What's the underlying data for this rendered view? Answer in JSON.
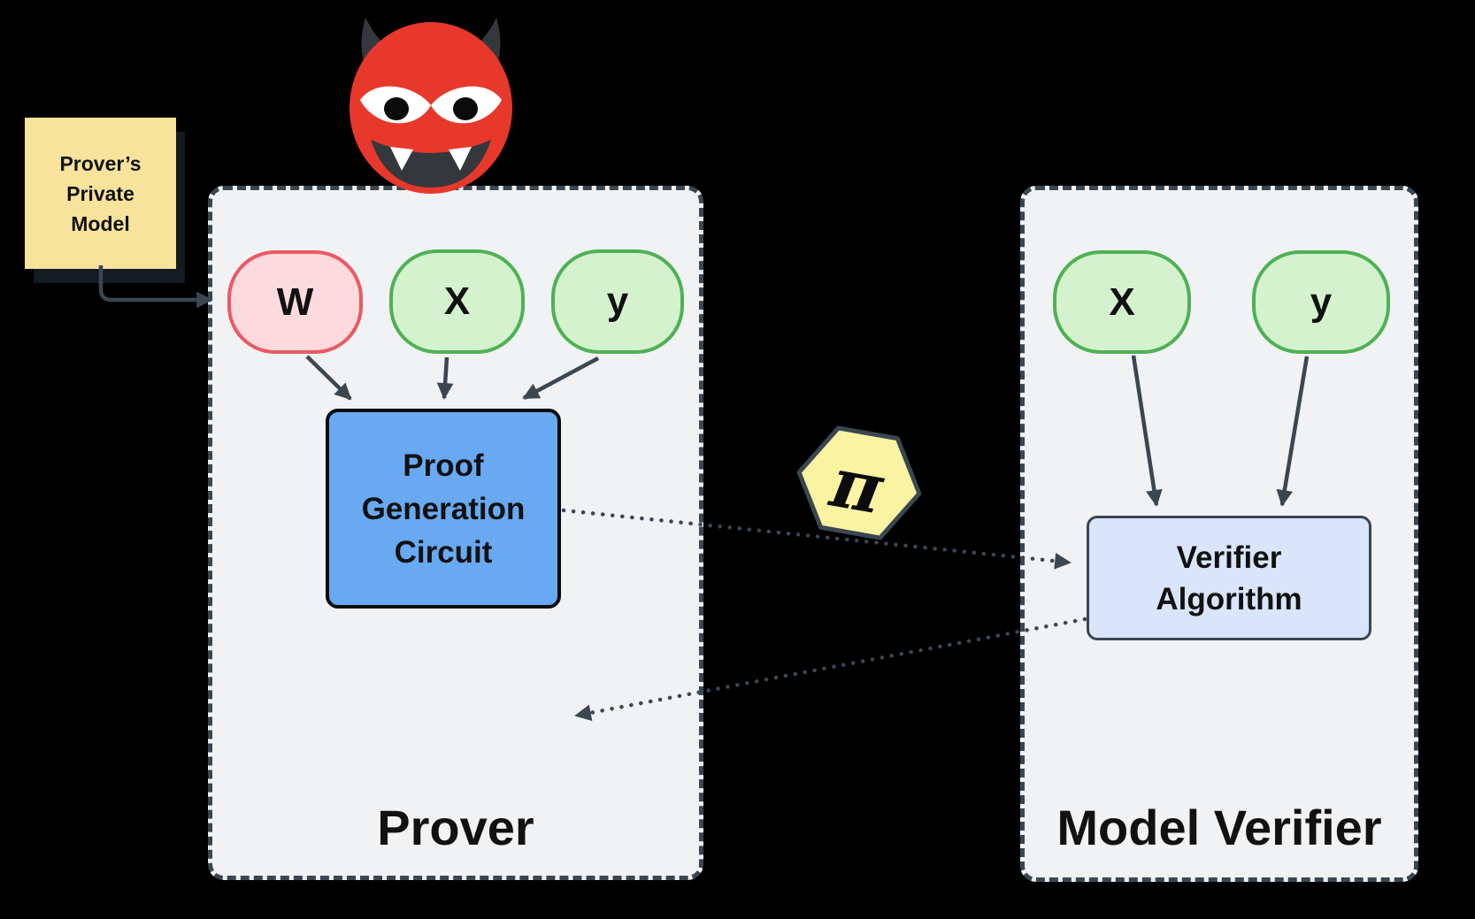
{
  "page": {
    "background": "#000000"
  },
  "colors": {
    "c-bg": "#000000",
    "c-border": "#3a4650",
    "c-panel": "#f1f2f4",
    "c-pink-fill": "#fcdadd",
    "c-pink-stroke": "#ea5964",
    "c-green-fill": "#d5f2cf",
    "c-green-stroke": "#4eb153",
    "c-blue-fill": "#68a9f2",
    "c-lblue-fill": "#d8e5fa",
    "c-note": "#f8e39c",
    "c-hex": "#faf3a2",
    "c-devil-red": "#e8382c",
    "c-devil-dark": "#34383c"
  },
  "sticky_note": {
    "line1": "Prover’s",
    "line2": "Private",
    "line3": "Model"
  },
  "icons": {
    "devil": "devil-face-icon",
    "pi_badge": "pi-proof-badge"
  },
  "prover_box": {
    "label": "Prover",
    "node_w": "W",
    "node_x": "X",
    "node_y": "y",
    "circuit": {
      "line1": "Proof",
      "line2": "Generation",
      "line3": "Circuit"
    }
  },
  "verifier_box": {
    "label": "Model Verifier",
    "node_x": "X",
    "node_y": "y",
    "algorithm": {
      "line1": "Verifier",
      "line2": "Algorithm"
    }
  },
  "pi_badge": {
    "symbol": "π"
  }
}
